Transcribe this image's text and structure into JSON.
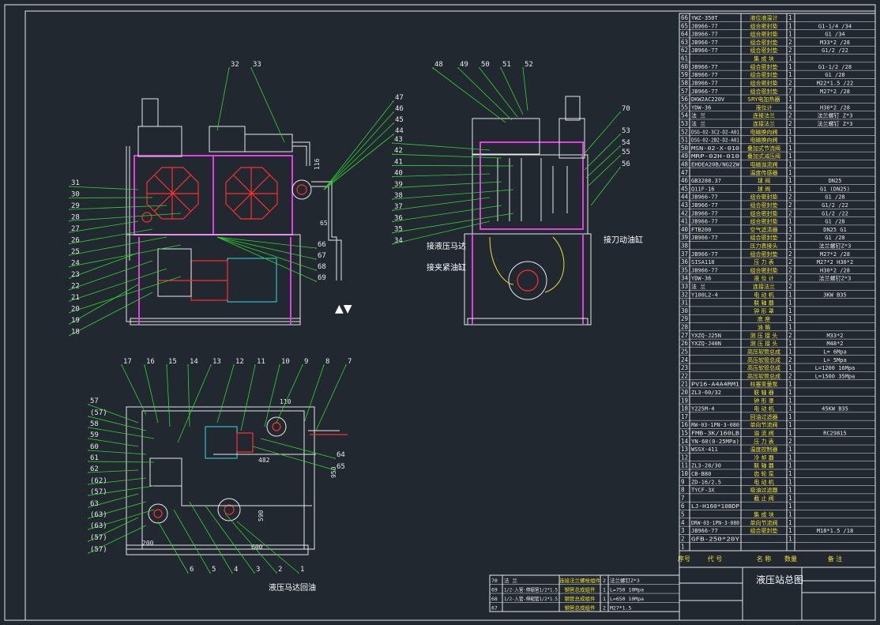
{
  "title_block": {
    "name": "液压站总图"
  },
  "labels": {
    "view1": "液压马达回油",
    "view2a": "接液压马达",
    "view2b": "接夹紧油缸",
    "view2c": "接刀动油缸",
    "dim_482": "482",
    "dim_110": "110",
    "dim_950": "950",
    "dim_600": "600",
    "dim_200": "200",
    "dim_590": "590",
    "dim_65": "65",
    "dim_116": "116"
  },
  "callouts_top": [
    "32",
    "33",
    "48",
    "49",
    "50",
    "51",
    "52"
  ],
  "callouts_left": [
    "31",
    "30",
    "29",
    "28",
    "27",
    "26",
    "25",
    "24",
    "23",
    "22",
    "21",
    "20",
    "19",
    "18"
  ],
  "callouts_right1": [
    "47",
    "46",
    "45",
    "44",
    "66",
    "67",
    "68",
    "69"
  ],
  "callouts_mid": [
    "43",
    "42",
    "41",
    "40",
    "39",
    "38",
    "37",
    "36",
    "35",
    "34"
  ],
  "callouts_right2": [
    "70",
    "53",
    "54",
    "55",
    "56"
  ],
  "callouts_plan_top": [
    "17",
    "16",
    "15",
    "14",
    "13",
    "12",
    "11",
    "10",
    "9",
    "8",
    "7"
  ],
  "callouts_plan_left": [
    "57",
    "(57)",
    "58",
    "59",
    "60",
    "61",
    "62",
    "(62)",
    "(57)",
    "63",
    "(63)",
    "(63)",
    "(57)",
    "(57)"
  ],
  "callouts_plan_right": [
    "64",
    "65"
  ],
  "callouts_plan_bottom": [
    "6",
    "5",
    "4",
    "3",
    "2",
    "1"
  ],
  "bom": [
    [
      "66",
      "YWZ-350T",
      "液位液温计",
      "1",
      "",
      ""
    ],
    [
      "65",
      "JB966-77",
      "组合密封垫",
      "1",
      "G1-1/4 /34",
      ""
    ],
    [
      "64",
      "JB966-77",
      "组合密封垫",
      "1",
      "G1 /34",
      ""
    ],
    [
      "63",
      "JB966-77",
      "组合密封垫",
      "2",
      "M33*2 /28",
      ""
    ],
    [
      "62",
      "JB966-77",
      "组合密封垫",
      "2",
      "G1/2 /22",
      ""
    ],
    [
      "61",
      "",
      "集 成 块",
      "1",
      "",
      ""
    ],
    [
      "60",
      "JB966-77",
      "组合密封垫",
      "1",
      "G1-1/2 /28",
      ""
    ],
    [
      "59",
      "JB966-77",
      "组合密封垫",
      "1",
      "G1 /28",
      ""
    ],
    [
      "58",
      "JB966-77",
      "组合密封垫",
      "2",
      "M22*1.5 /22",
      ""
    ],
    [
      "57",
      "JB966-77",
      "组合密封垫",
      "7",
      "M27*2 /28",
      ""
    ],
    [
      "56",
      "DKW2AC220V",
      "SRY电加热器",
      "1",
      "",
      ""
    ],
    [
      "55",
      "YDW-36",
      "液位计",
      "4",
      "H30*2 /28",
      ""
    ],
    [
      "54",
      "法 兰",
      "连接法兰",
      "2",
      "法兰螺钉 Z*3",
      ""
    ],
    [
      "53",
      "法 兰",
      "连接法兰",
      "2",
      "法兰螺钉 Z*3",
      ""
    ],
    [
      "52",
      "DSG-02-3C2-D2-A01",
      "电磁换向阀",
      "1",
      "",
      ""
    ],
    [
      "51",
      "DSG-02-2B2-D2-A01",
      "电磁换向阀",
      "1",
      "",
      ""
    ],
    [
      "50",
      "MSN-02-X-010",
      "叠加式节流阀",
      "1",
      "",
      ""
    ],
    [
      "49",
      "MRP-02H-010",
      "叠加式减压阀",
      "1",
      "",
      ""
    ],
    [
      "48",
      "EHDEA20B/NG22W",
      "电磁溢流阀",
      "1",
      "",
      ""
    ],
    [
      "47",
      "",
      "温度传感器",
      "1",
      "",
      ""
    ],
    [
      "46",
      "GB3288.37",
      "球 阀",
      "1",
      "DN25",
      ""
    ],
    [
      "45",
      "Q11F-16",
      "球 阀",
      "1",
      "G1 (DN25)",
      ""
    ],
    [
      "44",
      "JB966-77",
      "组合密封垫",
      "2",
      "G1 /28",
      ""
    ],
    [
      "43",
      "JB966-77",
      "组合密封垫",
      "2",
      "G1/2 /22",
      ""
    ],
    [
      "42",
      "JB966-77",
      "组合密封垫",
      "2",
      "G1/2 /22",
      ""
    ],
    [
      "41",
      "JB966-77",
      "组合密封垫",
      "1",
      "G1 /28",
      ""
    ],
    [
      "40",
      "FTB200",
      "空气滤清器",
      "1",
      "DN25 G1",
      ""
    ],
    [
      "39",
      "JB966-77",
      "组合密封垫",
      "2",
      "G1 /28",
      ""
    ],
    [
      "38",
      "",
      "压力表接头",
      "1",
      "法兰螺钉Z*3",
      ""
    ],
    [
      "37",
      "JB966-77",
      "组合密封垫",
      "2",
      "M27*2 /28",
      ""
    ],
    [
      "36",
      "SISA118",
      "压 力 表",
      "2",
      "M27*2 H30*2",
      ""
    ],
    [
      "35",
      "JB966-77",
      "组合密封垫",
      "2",
      "H30*2 /28",
      ""
    ],
    [
      "34",
      "YDW-36",
      "液 位 计",
      "2",
      "法兰螺钉Z*3",
      ""
    ],
    [
      "33",
      "法 兰",
      "连接法兰",
      "2",
      "",
      ""
    ],
    [
      "32",
      "Y100L2-4",
      "电 动 机",
      "1",
      "3KW B35",
      ""
    ],
    [
      "31",
      "",
      "联 轴 器",
      "1",
      "",
      ""
    ],
    [
      "30",
      "",
      "钟 形 罩",
      "1",
      "",
      ""
    ],
    [
      "29",
      "",
      "底 座",
      "1",
      "",
      ""
    ],
    [
      "28",
      "",
      "油 箱",
      "1",
      "",
      ""
    ],
    [
      "27",
      "YXZQ-J25N",
      "测 压 接 头",
      "2",
      "M33*2",
      ""
    ],
    [
      "26",
      "YXZQ-J40N",
      "测 压 接 头",
      "1",
      "M48*2",
      ""
    ],
    [
      "25",
      "",
      "高压软管总成",
      "1",
      "L= 6Mpa",
      ""
    ],
    [
      "24",
      "",
      "高压软管总成",
      "2",
      "L= 5Mpa",
      ""
    ],
    [
      "23",
      "",
      "高压软管总成",
      "1",
      "L=1200 16Mpa",
      ""
    ],
    [
      "22",
      "",
      "高压软管总成",
      "2",
      "L=1500 35Mpa",
      ""
    ],
    [
      "21",
      "PV16-A4A4RM1",
      "柱塞变量泵",
      "1",
      "",
      ""
    ],
    [
      "20",
      "ZL3-60/32",
      "联 轴 器",
      "1",
      "",
      ""
    ],
    [
      "19",
      "",
      "钟 形 罩",
      "1",
      "",
      ""
    ],
    [
      "18",
      "Y225M-4",
      "电 动 机",
      "1",
      "45KW B35",
      ""
    ],
    [
      "17",
      "",
      "回油过滤器",
      "1",
      "",
      ""
    ],
    [
      "16",
      "RW-03-1PN-3-080",
      "单向节流阀",
      "1",
      "",
      ""
    ],
    [
      "15",
      "FMB-3K/160LB",
      "溢 流 阀",
      "1",
      "RC29815",
      ""
    ],
    [
      "14",
      "YN-60(0-25MPa)",
      "压 力 表",
      "2",
      "",
      ""
    ],
    [
      "13",
      "WSSX-411",
      "温度控制器",
      "1",
      "",
      ""
    ],
    [
      "12",
      "",
      "冷 却 器",
      "1",
      "",
      ""
    ],
    [
      "11",
      "ZL3-28/30",
      "联 轴 器",
      "1",
      "",
      ""
    ],
    [
      "10",
      "CB-B80",
      "齿 轮 泵",
      "1",
      "",
      ""
    ],
    [
      "9",
      "ZD-16/2.5",
      "电 动 机",
      "1",
      "",
      ""
    ],
    [
      "8",
      "TYCF-3X",
      "吸油过滤器",
      "1",
      "",
      ""
    ],
    [
      "7",
      "",
      "截 止 阀",
      "1",
      "",
      ""
    ],
    [
      "6",
      "LJ-H160*10BDP",
      "",
      "1",
      "",
      ""
    ],
    [
      "5",
      "",
      "集 成 块",
      "1",
      "",
      ""
    ],
    [
      "4",
      "DRW-03-1PN-3-080",
      "单向节流阀",
      "1",
      "",
      ""
    ],
    [
      "3",
      "JB966-77",
      "组合密封垫",
      "1",
      "M18*1.5 /18",
      ""
    ],
    [
      "2",
      "GFB-250*20Y",
      "",
      "1",
      "",
      ""
    ],
    [
      "1",
      "",
      "",
      "",
      "",
      ""
    ]
  ],
  "bom_header": {
    "seq": "序号",
    "code": "代 号",
    "name": "名 称",
    "qty": "数量",
    "note": "备 注"
  },
  "bottom_rows": [
    [
      "70",
      "法 兰",
      "连接法兰螺栓组件",
      "2",
      "法兰螺钉Z*3"
    ],
    [
      "69",
      "1/2-入管-伸缩管1/2*1.5",
      "钢管总成组件",
      "1",
      "L=750 10Mpa"
    ],
    [
      "68",
      "1/2-入管-伸缩管1/2*1.5",
      "钢管总成组件",
      "1",
      "L=650 10Mpa"
    ],
    [
      "67",
      "",
      "钢管总成组件",
      "2",
      "M27*1.5"
    ]
  ],
  "colors": {
    "bg": "#212830",
    "frame": "#e8e8e8",
    "leader": "#2fd62f",
    "tank": "#e040e0",
    "motor": "#30e0e0",
    "text": "#f0e030"
  }
}
